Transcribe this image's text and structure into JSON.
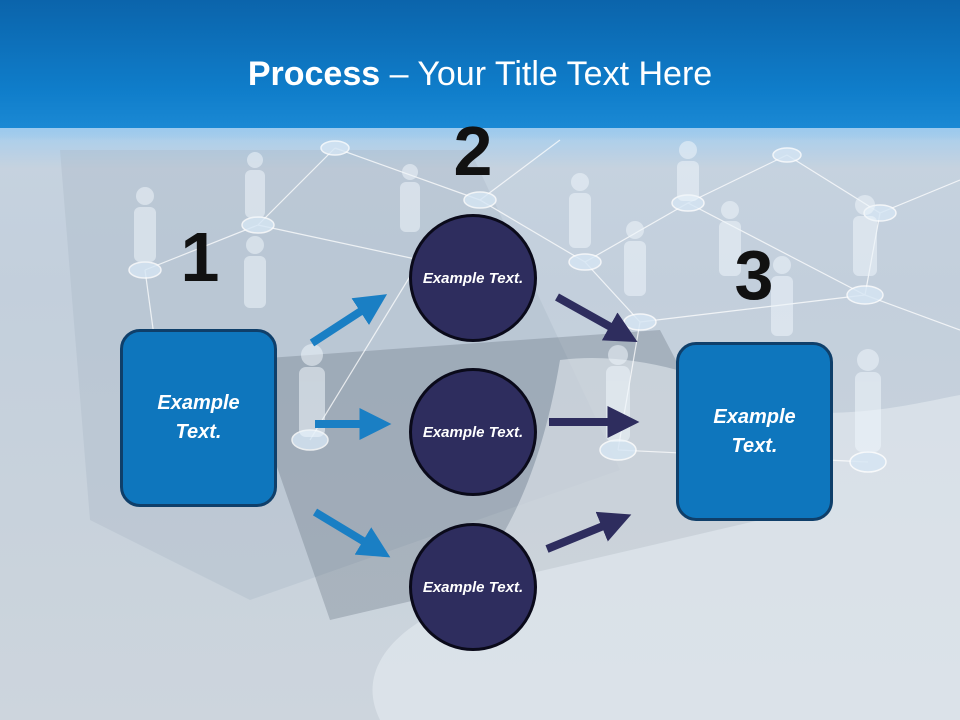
{
  "title": {
    "bold": "Process",
    "rest": " – Your Title Text Here"
  },
  "steps": {
    "one": "1",
    "two": "2",
    "three": "3"
  },
  "nodes": {
    "left_box": "Example Text.",
    "circle_top": "Example Text.",
    "circle_middle": "Example Text.",
    "circle_bottom": "Example Text.",
    "right_box": "Example Text."
  },
  "colors": {
    "header": "#0e7ac7",
    "box_fill": "#0e76bd",
    "circle_fill": "#2e2d5e",
    "arrow_blue": "#1a7fc4",
    "arrow_navy": "#2e2d5e"
  }
}
